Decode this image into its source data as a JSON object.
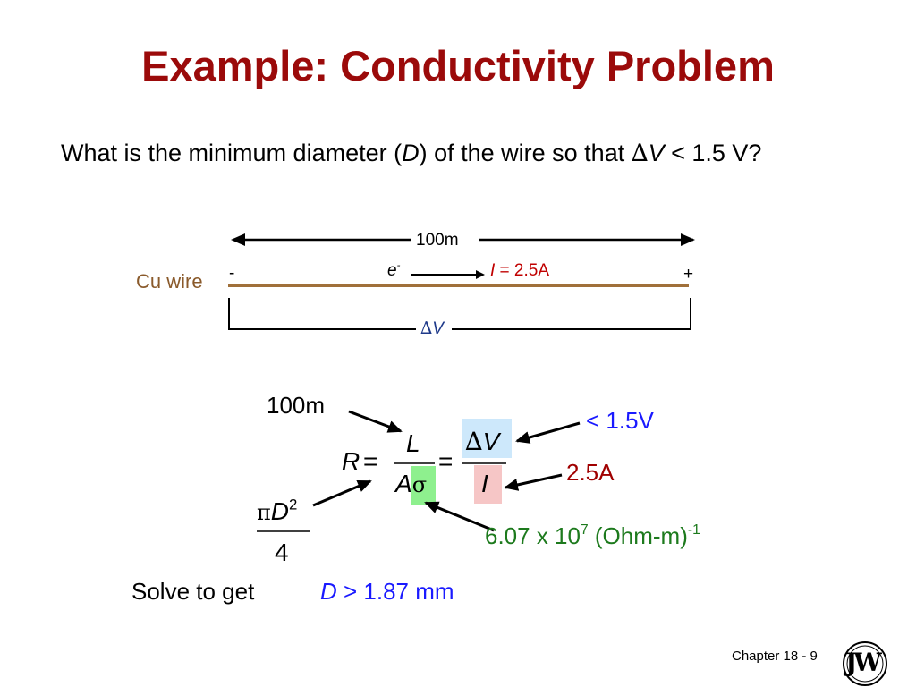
{
  "title": "Example:  Conductivity Problem",
  "question": {
    "prefix": "What is the minimum diameter (",
    "var": "D",
    "middle": ") of the wire so that ",
    "delta": "∆",
    "v": "V",
    "suffix": " < 1.5 V?"
  },
  "diagram": {
    "length_label": "100m",
    "wire_label": "Cu wire",
    "minus": "-",
    "plus": "+",
    "electron": "e",
    "electron_sup": "-",
    "current_var": "I",
    "current_value": " = 2.5A",
    "delta": "∆",
    "v": "V"
  },
  "formula": {
    "length_note": "100m",
    "R": "R",
    "eq": "=",
    "L": "L",
    "A": "A",
    "sigma": "σ",
    "delta": "∆",
    "V": "V",
    "I": "I",
    "dv_note": "< 1.5V",
    "i_note": "2.5A",
    "area_pi": "π",
    "area_D": "D",
    "area_exp": "2",
    "area_den": "4",
    "sigma_note_base": "6.07 x 10",
    "sigma_note_exp": "7",
    "sigma_note_unit": "  (Ohm-m)",
    "sigma_note_unit_exp": "-1"
  },
  "answer": {
    "lead": "Solve to get",
    "var": "D",
    "value": " > 1.87 mm"
  },
  "footer": {
    "chapter": "Chapter 18 -  9",
    "logo_text": "JW"
  },
  "colors": {
    "title": "#9b0a0a",
    "wire": "#a0703a",
    "blue_box": "#cde8fb",
    "pink_box": "#f6c6c6",
    "green_box": "#8ef08e"
  }
}
